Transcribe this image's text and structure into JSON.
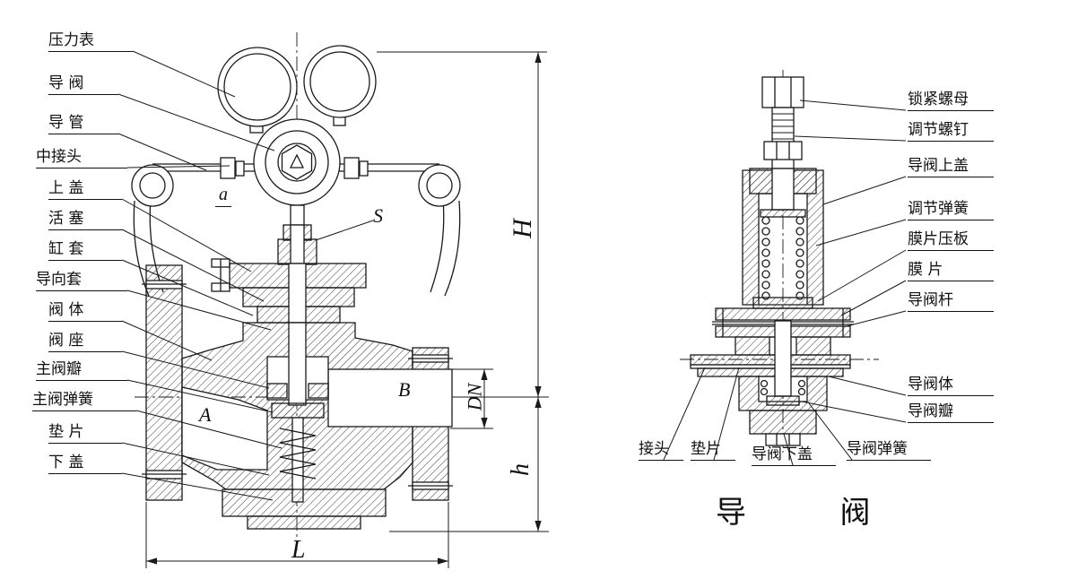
{
  "main_view": {
    "callouts": [
      {
        "label": "压力表"
      },
      {
        "label": "导 阀"
      },
      {
        "label": "导 管"
      },
      {
        "label": "中接头"
      },
      {
        "label": "上 盖"
      },
      {
        "label": "活 塞"
      },
      {
        "label": "缸 套"
      },
      {
        "label": "导向套"
      },
      {
        "label": "阀 体"
      },
      {
        "label": "阀 座"
      },
      {
        "label": "主阀瓣"
      },
      {
        "label": "主阀弹簧"
      },
      {
        "label": "垫 片"
      },
      {
        "label": "下 盖"
      }
    ],
    "dims": {
      "H": "H",
      "h": "h",
      "L": "L",
      "DN": "DN",
      "A": "A",
      "B": "B",
      "S": "S",
      "a": "a"
    }
  },
  "pilot_view": {
    "callouts_right": [
      {
        "label": "锁紧螺母"
      },
      {
        "label": "调节螺钉"
      },
      {
        "label": "导阀上盖"
      },
      {
        "label": "调节弹簧"
      },
      {
        "label": "膜片压板"
      },
      {
        "label": "膜 片"
      },
      {
        "label": "导阀杆"
      },
      {
        "label": "导阀体"
      },
      {
        "label": "导阀瓣"
      }
    ],
    "callouts_bottom": [
      {
        "label": "接头"
      },
      {
        "label": "垫片"
      },
      {
        "label": "导阀下盖"
      },
      {
        "label": "导阀弹簧"
      }
    ],
    "caption": "导        阀"
  }
}
